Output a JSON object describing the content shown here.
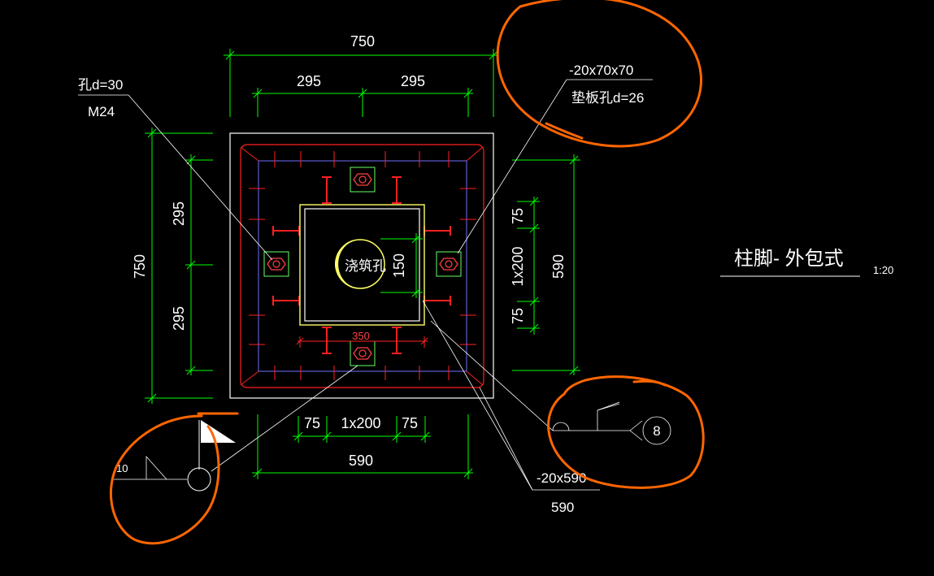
{
  "drawing": {
    "title": "柱脚- 外包式",
    "scale": "1:20",
    "colors": {
      "background": "#000000",
      "dimension": "#00ff00",
      "outline": "#ffffff",
      "steel": "#ff2020",
      "column": "#ffff66",
      "leader": "#ffffff",
      "annotation_mark": "#ff6600",
      "bolt": "#ff4040",
      "hidden": "#7070ff"
    }
  },
  "dimensions": {
    "top_overall": "750",
    "top_left": "295",
    "top_right": "295",
    "left_overall": "750",
    "left_top": "295",
    "left_bottom": "295",
    "right_overall": "590",
    "right_top": "75",
    "right_mid": "1x200",
    "right_bottom": "75",
    "bottom_left": "75",
    "bottom_mid": "1x200",
    "bottom_right": "75",
    "bottom_overall": "590",
    "inner_150": "150",
    "inner_350": "350"
  },
  "labels": {
    "hole_label": "孔d=30",
    "bolt_label": "M24",
    "plate_label": "-20x70x70",
    "plate_hole_label": "垫板孔d=26",
    "pour_hole": "浇筑孔",
    "baseplate_label": "-20x590",
    "baseplate_width": "590",
    "weld_size": "10",
    "weld_ref": "8"
  }
}
